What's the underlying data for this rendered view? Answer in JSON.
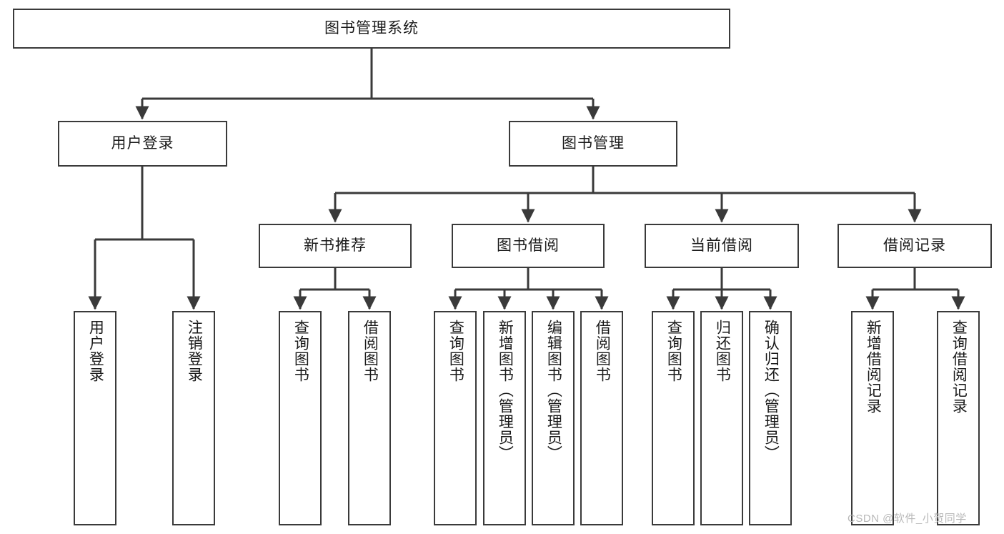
{
  "diagram": {
    "type": "tree-hierarchy-functional-structure",
    "root": {
      "id": "root",
      "label": "图书管理系统"
    },
    "level2": [
      {
        "id": "user-login",
        "label": "用户登录"
      },
      {
        "id": "book-management",
        "label": "图书管理"
      }
    ],
    "level3": [
      {
        "id": "new-book-recommend",
        "label": "新书推荐",
        "parent": "book-management"
      },
      {
        "id": "book-borrow",
        "label": "图书借阅",
        "parent": "book-management"
      },
      {
        "id": "current-borrow",
        "label": "当前借阅",
        "parent": "book-management"
      },
      {
        "id": "borrow-record",
        "label": "借阅记录",
        "parent": "book-management"
      }
    ],
    "leaves": {
      "user_login": [
        {
          "id": "leaf-user-login",
          "label": "用户登录"
        },
        {
          "id": "leaf-user-logout",
          "label": "注销登录"
        }
      ],
      "new_book_recommend": [
        {
          "id": "leaf-query-book-1",
          "label": "查询图书"
        },
        {
          "id": "leaf-borrow-book-1",
          "label": "借阅图书"
        }
      ],
      "book_borrow": [
        {
          "id": "leaf-query-book-2",
          "label": "查询图书"
        },
        {
          "id": "leaf-add-book",
          "label": "新增图书（管理员）"
        },
        {
          "id": "leaf-edit-book",
          "label": "编辑图书（管理员）"
        },
        {
          "id": "leaf-borrow-book-2",
          "label": "借阅图书"
        }
      ],
      "current_borrow": [
        {
          "id": "leaf-query-book-3",
          "label": "查询图书"
        },
        {
          "id": "leaf-return-book",
          "label": "归还图书"
        },
        {
          "id": "leaf-confirm-return",
          "label": "确认归还（管理员）"
        }
      ],
      "borrow_record": [
        {
          "id": "leaf-add-record",
          "label": "新增借阅记录"
        },
        {
          "id": "leaf-query-record",
          "label": "查询借阅记录"
        }
      ]
    },
    "colors": {
      "box_border": "#3a3a3a",
      "box_fill": "#ffffff",
      "connector": "#3a3a3a",
      "text": "#1a1a1a",
      "watermark": "#b8b8b8",
      "background": "#ffffff"
    }
  },
  "watermark": {
    "text": "CSDN @软件_小贺同学"
  }
}
